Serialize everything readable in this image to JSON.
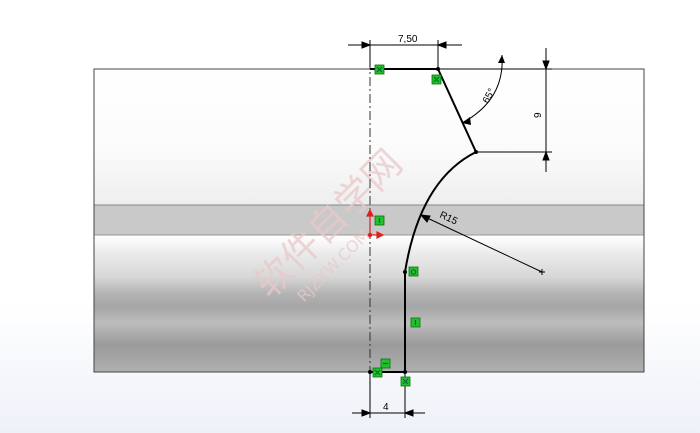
{
  "dimensions": {
    "top_width": "7,50",
    "angle": "65°",
    "height": "9",
    "radius": "R15",
    "bottom_width": "4"
  },
  "watermark": {
    "chinese": "软件自学网",
    "url": "RJZXW.COM"
  },
  "colors": {
    "sketch_line": "#000000",
    "constraint_icon": "#22c02a",
    "origin_arrow": "#e02020",
    "band_fill": "#c8c8c8"
  }
}
